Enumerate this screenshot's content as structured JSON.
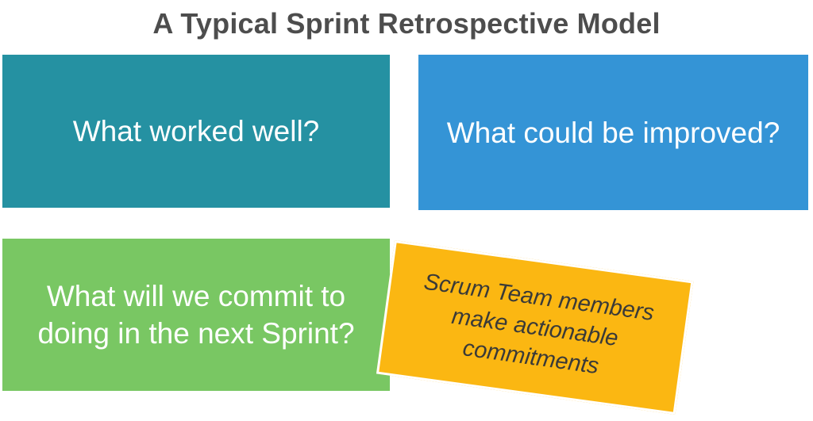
{
  "title": "A Typical Sprint Retrospective Model",
  "colors": {
    "background": "#ffffff",
    "title_text": "#4d4d4d",
    "teal": "#2591a2",
    "blue": "#3494d6",
    "green": "#79c763",
    "yellow": "#fbb712",
    "card_text": "#ffffff",
    "callout_text": "#3a3a38",
    "card_border": "#ffffff"
  },
  "cards": [
    {
      "id": "worked-well",
      "label": "What worked well?",
      "color": "#2591a2"
    },
    {
      "id": "could-be-improved",
      "label": "What could be improved?",
      "color": "#3494d6"
    },
    {
      "id": "commit-next-sprint",
      "label": "What will we commit to doing in the next Sprint?",
      "line1": "What will we commit to",
      "line2": "doing in the next Sprint?",
      "color": "#79c763"
    }
  ],
  "callout": {
    "id": "actionable-commitments",
    "line1": "Scrum Team members",
    "line2": "make actionable",
    "line3": "commitments",
    "full_text": "Scrum Team members make actionable commitments",
    "color": "#fbb712",
    "rotation_degrees": 7.8
  }
}
